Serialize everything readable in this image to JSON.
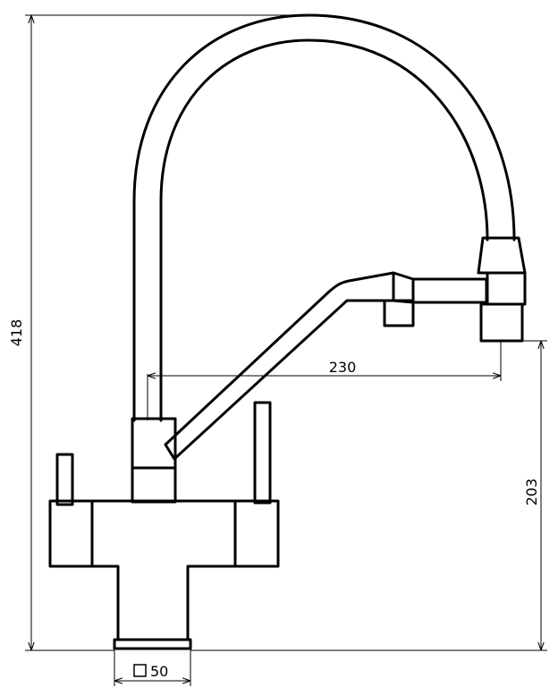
{
  "dimensions": {
    "total_height": "418",
    "reach": "230",
    "spout_height": "203",
    "base_size": "50"
  },
  "icons": {
    "square_symbol": "square-icon"
  }
}
